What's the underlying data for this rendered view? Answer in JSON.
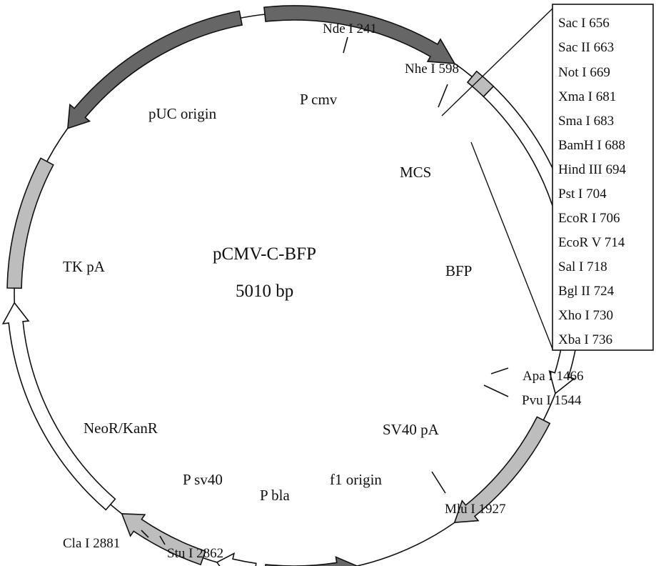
{
  "plasmid": {
    "name": "pCMV-C-BFP",
    "size": "5010 bp"
  },
  "colors": {
    "dark": "#666666",
    "light": "#bdbdbd",
    "white": "#ffffff",
    "line": "#111111"
  },
  "features": [
    {
      "id": "pcmv",
      "label": "P cmv",
      "shade": "dark",
      "direction": "clockwise"
    },
    {
      "id": "mcs",
      "label": "MCS",
      "shade": "light",
      "direction": "none"
    },
    {
      "id": "bfp",
      "label": "BFP",
      "shade": "white",
      "direction": "clockwise"
    },
    {
      "id": "sv40pa",
      "label": "SV40 pA",
      "shade": "light",
      "direction": "clockwise"
    },
    {
      "id": "f1origin",
      "label": "f1 origin",
      "shade": "dark",
      "direction": "counterclockwise"
    },
    {
      "id": "pbla",
      "label": "P bla",
      "shade": "white",
      "direction": "clockwise"
    },
    {
      "id": "psv40",
      "label": "P sv40",
      "shade": "light",
      "direction": "clockwise"
    },
    {
      "id": "neor",
      "label": "NeoR/KanR",
      "shade": "white",
      "direction": "clockwise"
    },
    {
      "id": "tkpa",
      "label": "TK pA",
      "shade": "light",
      "direction": "none"
    },
    {
      "id": "puc",
      "label": "pUC origin",
      "shade": "dark",
      "direction": "counterclockwise"
    }
  ],
  "sites": [
    {
      "id": "ndei",
      "label": "Nde I 241"
    },
    {
      "id": "nhei",
      "label": "Nhe I 598"
    },
    {
      "id": "apai",
      "label": "Apa I 1466"
    },
    {
      "id": "pvui",
      "label": "Pvu I 1544"
    },
    {
      "id": "mlui",
      "label": "Mlu I 1927"
    },
    {
      "id": "stui",
      "label": "Stu I 2862"
    },
    {
      "id": "clai",
      "label": "Cla I 2881"
    }
  ],
  "mcs_sites": [
    "Sac I 656",
    "Sac II 663",
    "Not I 669",
    "Xma I 681",
    "Sma I 683",
    "BamH I 688",
    "Hind III 694",
    "Pst I 704",
    "EcoR I 706",
    "EcoR V 714",
    "Sal I 718",
    "Bgl II 724",
    "Xho I 730",
    "Xba I 736"
  ]
}
